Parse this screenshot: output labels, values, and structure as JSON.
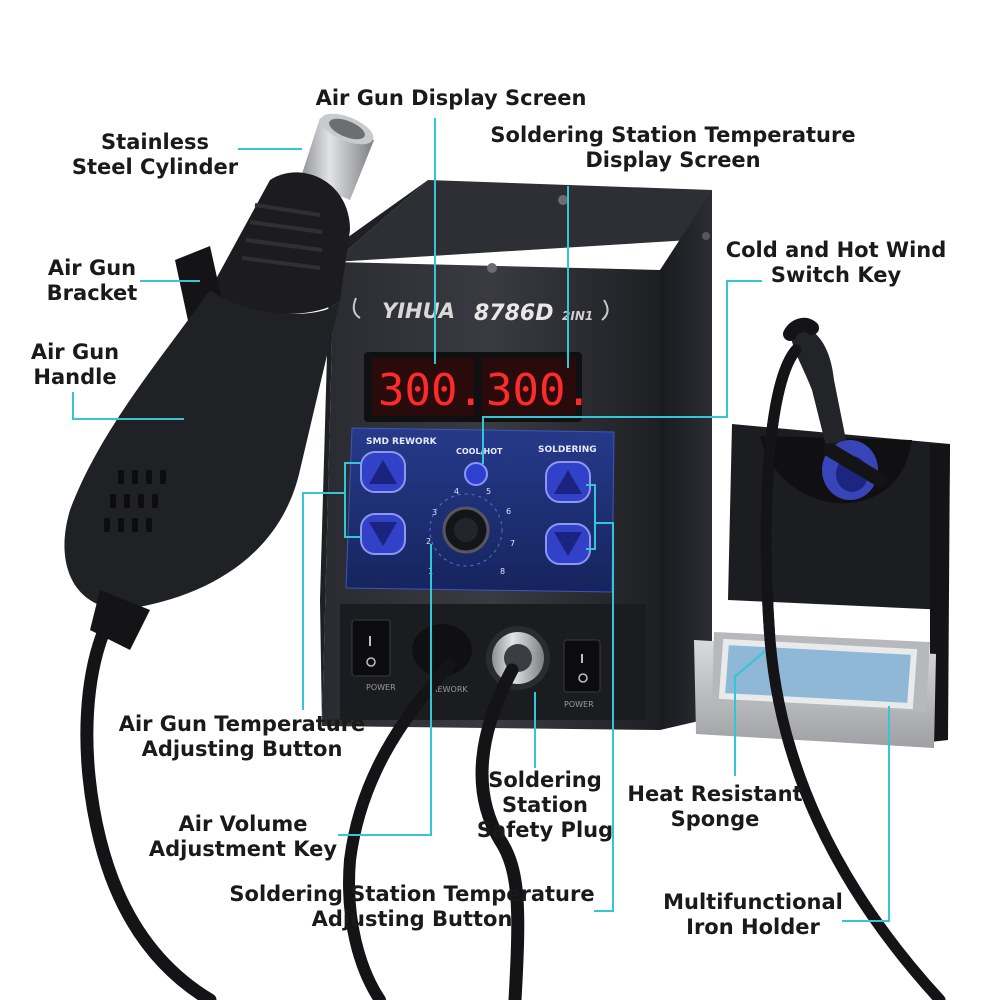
{
  "device": {
    "brand": "YIHUA",
    "model": "8786D",
    "variant": "2IN1",
    "air_display": "300.",
    "iron_display": "300.",
    "panel_left_title": "SMD REWORK",
    "panel_center_title": "COOL/HOT",
    "panel_right_title": "SOLDERING",
    "dial_numbers": [
      "1",
      "2",
      "3",
      "4",
      "5",
      "6",
      "7",
      "8"
    ],
    "power_label_left": "POWER",
    "rework_label": "REWORK",
    "power_label_right": "POWER"
  },
  "labels": {
    "air_gun_display": [
      "Air Gun Display Screen"
    ],
    "stainless_cylinder": [
      "Stainless",
      "Steel Cylinder"
    ],
    "soldering_display": [
      "Soldering Station Temperature",
      "Display Screen"
    ],
    "air_gun_bracket": [
      "Air Gun",
      "Bracket"
    ],
    "cold_hot_switch": [
      "Cold and Hot Wind",
      "Switch Key"
    ],
    "air_gun_handle": [
      "Air Gun",
      "Handle"
    ],
    "air_gun_temp_button": [
      "Air Gun Temperature",
      "Adjusting Button"
    ],
    "safety_plug": [
      "Soldering",
      "Station",
      "Safety Plug"
    ],
    "sponge": [
      "Heat Resistant",
      "Sponge"
    ],
    "air_volume_key": [
      "Air Volume",
      "Adjustment Key"
    ],
    "soldering_temp_button": [
      "Soldering Station Temperature",
      "Adjusting Button"
    ],
    "iron_holder": [
      "Multifunctional",
      "Iron Holder"
    ]
  },
  "colors": {
    "leader": "#33c6d6",
    "display_red": "#ff2a2a",
    "panel_blue": "#1c2f7a",
    "button_blue": "#2f3fd0"
  }
}
